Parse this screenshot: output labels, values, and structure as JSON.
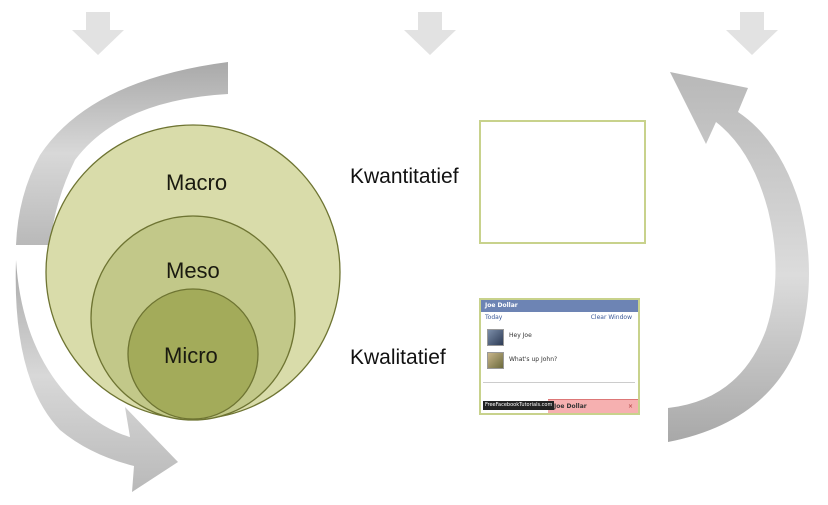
{
  "circles": {
    "macro": "Macro",
    "meso": "Meso",
    "micro": "Micro"
  },
  "methods": {
    "quantitative": "Kwantitatief",
    "qualitative": "Kwalitatief"
  },
  "chat_window": {
    "title": "Joe Dollar",
    "today": "Today",
    "clear": "Clear Window",
    "messages": [
      "Hey Joe",
      "What's up John?"
    ],
    "tooltip": "FreeFacebookTutorials.com",
    "tab_name": "Joe Dollar",
    "tab_close": "×"
  },
  "colors": {
    "arrow": "#c6c6c6",
    "arrow_dark": "#a9a9a9",
    "arrow_light": "#e4e4e4",
    "macro_fill": "#d9dcaa",
    "meso_fill": "#c2c889",
    "micro_fill": "#a3ab5a",
    "circle_stroke": "#6e7432",
    "frame_border": "#c8d28c",
    "network_blue": "#4a7fa6"
  },
  "icons": [
    "down-arrow-icon",
    "curved-arrow-icon",
    "network-graph-icon",
    "chat-window-icon"
  ]
}
